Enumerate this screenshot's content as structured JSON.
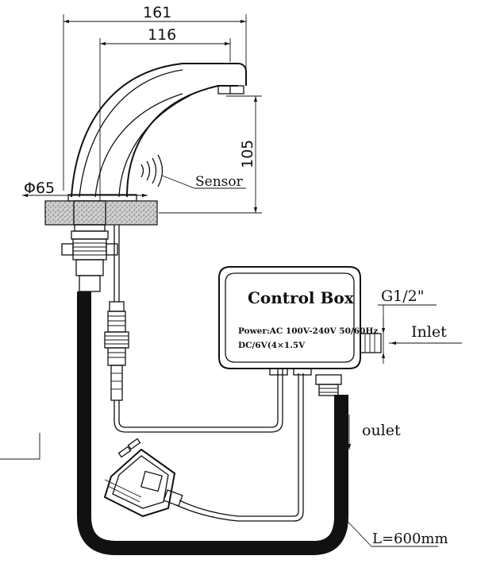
{
  "dimensions": {
    "overall_width": "161",
    "spout_width": "116",
    "height": "105",
    "base_diameter": "Φ65"
  },
  "labels": {
    "sensor": "Sensor",
    "control_box_title": "Control Box",
    "power_spec_1": "Power:AC 100V-240V 50/60Hz",
    "power_spec_2": "DC/6V(4×1.5V",
    "thread": "G1/2\"",
    "inlet": "Inlet",
    "outlet": "oulet",
    "hose_length": "L=600mm"
  }
}
